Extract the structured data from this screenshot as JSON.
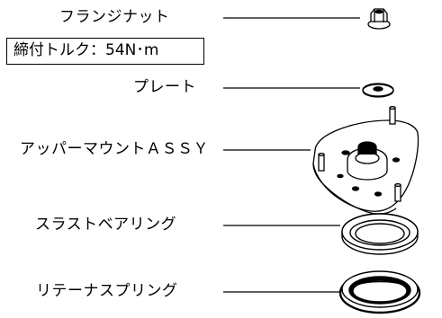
{
  "labels": {
    "flange_nut": "フランジナット",
    "torque_spec": "締付トルク：54N･m",
    "plate": "プレート",
    "upper_mount_assy": "アッパーマウントＡＳＳＹ",
    "thrust_bearing": "スラストベアリング",
    "retainer_spring": "リテーナスプリング"
  }
}
